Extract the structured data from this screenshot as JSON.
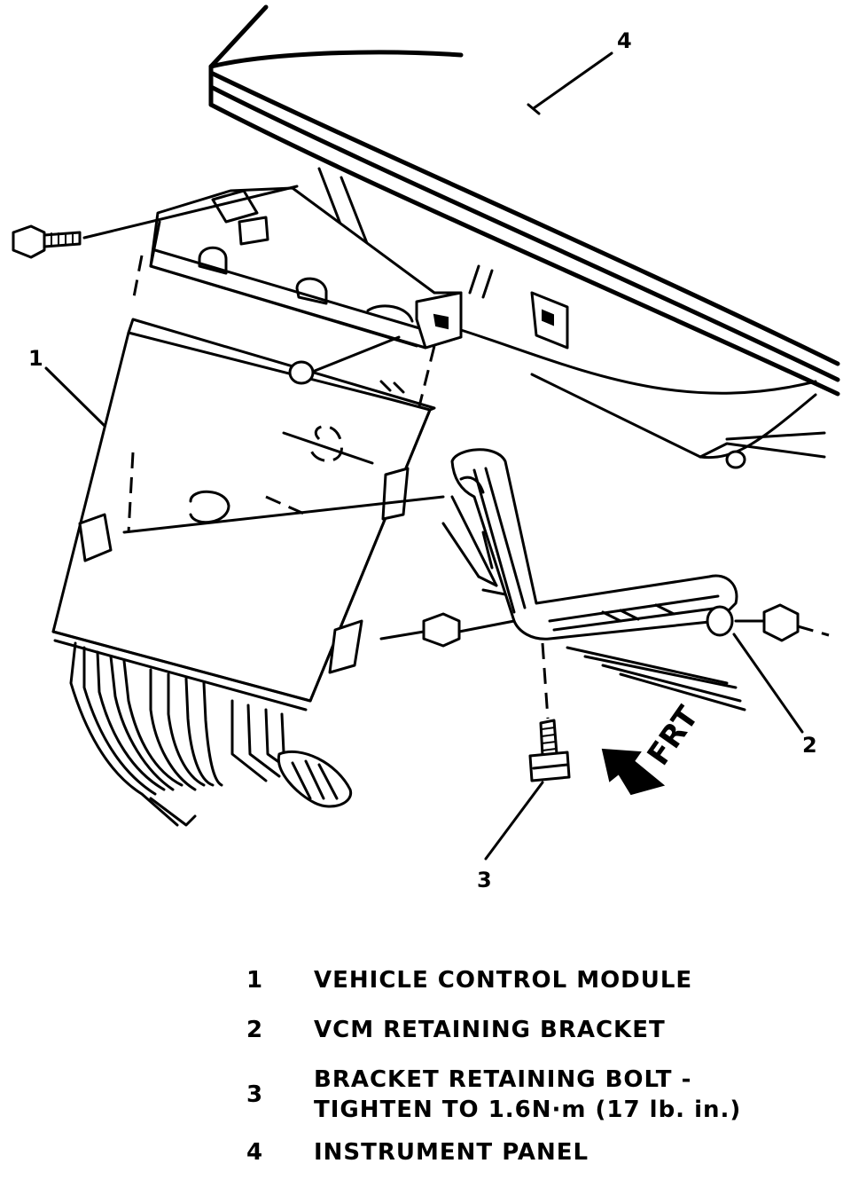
{
  "callouts": {
    "c1": "1",
    "c2": "2",
    "c3": "3",
    "c4": "4"
  },
  "frt_label": "FRT",
  "legend": [
    {
      "num": "1",
      "text": "VEHICLE CONTROL MODULE"
    },
    {
      "num": "2",
      "text": "VCM RETAINING BRACKET"
    },
    {
      "num": "3",
      "line1": "BRACKET RETAINING BOLT -",
      "line2": "TIGHTEN TO 1.6N·m (17 lb. in.)"
    },
    {
      "num": "4",
      "text": "INSTRUMENT PANEL"
    }
  ]
}
